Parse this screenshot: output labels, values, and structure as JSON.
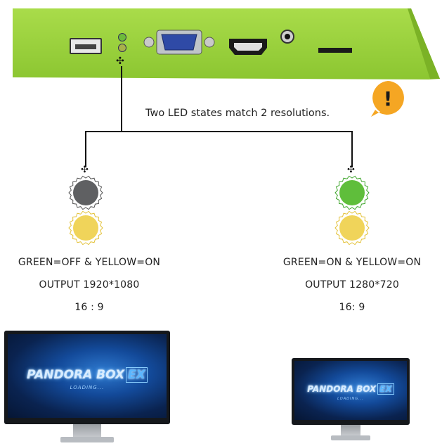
{
  "device": {
    "body_color": "#9ad13a",
    "port_names": [
      "usb-port",
      "vga-port",
      "hdmi-port",
      "audio-jack",
      "sd-card-slot"
    ]
  },
  "callout": {
    "text": "Two LED states match 2 resolutions.",
    "icon": "exclamation-badge-icon",
    "icon_color": "#f5a623",
    "icon_glyph": "!"
  },
  "modes": [
    {
      "green_led_color": "#5f6062",
      "yellow_led_color": "#f0d45a",
      "state_label": "GREEN=OFF & YELLOW=ON",
      "output_label": "OUTPUT  1920*1080",
      "ratio_label": "16  :  9"
    },
    {
      "green_led_color": "#5fbe3b",
      "yellow_led_color": "#f0d45a",
      "state_label": "GREEN=ON & YELLOW=ON",
      "output_label": "OUTPUT  1280*720",
      "ratio_label": "16:  9"
    }
  ],
  "screen": {
    "logo_text": "PANDORA BOX",
    "logo_badge": "EX",
    "loading_text": "LOADING..."
  }
}
